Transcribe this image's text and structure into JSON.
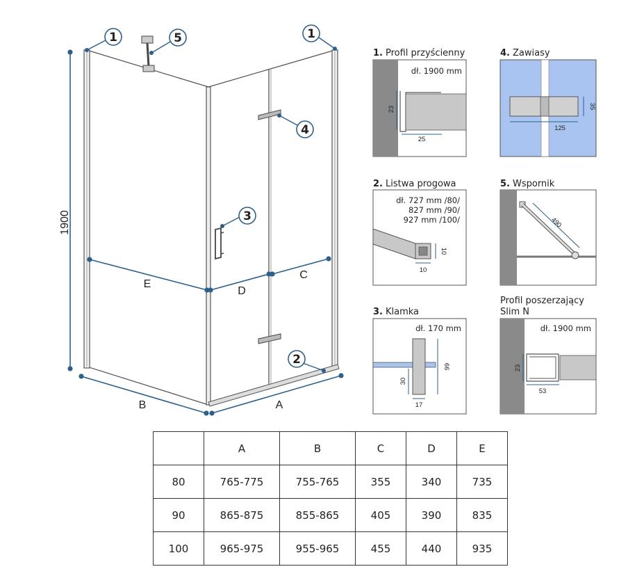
{
  "main_diagram": {
    "height_label": "1900",
    "callouts": [
      "1",
      "1",
      "5",
      "4",
      "3",
      "2"
    ],
    "dimension_letters": {
      "a": "A",
      "b": "B",
      "c": "C",
      "d": "D",
      "e": "E"
    }
  },
  "colors": {
    "accent": "#2c5f8a",
    "glass_blue": "#a9c4f0",
    "wall_gray": "#8a8a8a",
    "profile_gray": "#c8c8c8"
  },
  "panels": [
    {
      "number": "1.",
      "title": "Profil przyścienny",
      "notes": [
        "dł. 1900 mm"
      ],
      "dims": [
        "23",
        "25"
      ]
    },
    {
      "number": "4.",
      "title": "Zawiasy",
      "notes": [],
      "dims": [
        "125",
        "35"
      ]
    },
    {
      "number": "2.",
      "title": "Listwa progowa",
      "notes": [
        "dł. 727 mm /80/",
        "827 mm /90/",
        "927 mm /100/"
      ],
      "dims": [
        "10",
        "10"
      ]
    },
    {
      "number": "5.",
      "title": "Wspornik",
      "notes": [],
      "dims": [
        "490"
      ]
    },
    {
      "number": "3.",
      "title": "Klamka",
      "notes": [
        "dł. 170 mm"
      ],
      "dims": [
        "66",
        "30",
        "17"
      ]
    },
    {
      "number": "",
      "title": "Profil poszerzający",
      "title_line2": "Slim N",
      "notes": [
        "dł. 1900 mm"
      ],
      "dims": [
        "23",
        "53"
      ]
    }
  ],
  "table": {
    "headers": [
      "",
      "A",
      "B",
      "C",
      "D",
      "E"
    ],
    "rows": [
      [
        "80",
        "765-775",
        "755-765",
        "355",
        "340",
        "735"
      ],
      [
        "90",
        "865-875",
        "855-865",
        "405",
        "390",
        "835"
      ],
      [
        "100",
        "965-975",
        "955-965",
        "455",
        "440",
        "935"
      ]
    ]
  }
}
